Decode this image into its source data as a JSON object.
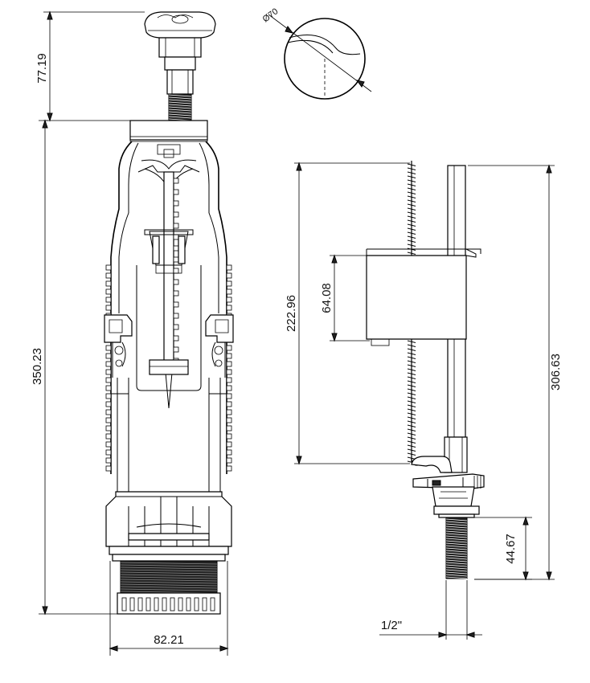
{
  "dimensions": {
    "push_button_height": "77.19",
    "flush_valve_height": "350.23",
    "flush_valve_base_width": "82.21",
    "button_diameter": "Ø70",
    "fill_valve_float_travel": "222.96",
    "fill_valve_float_height": "64.08",
    "fill_valve_total_height": "306.63",
    "fill_valve_thread_length": "44.67",
    "fill_valve_thread_size": "1/2\""
  },
  "colors": {
    "line": "#000000",
    "background": "#ffffff",
    "thread": "#222222"
  }
}
